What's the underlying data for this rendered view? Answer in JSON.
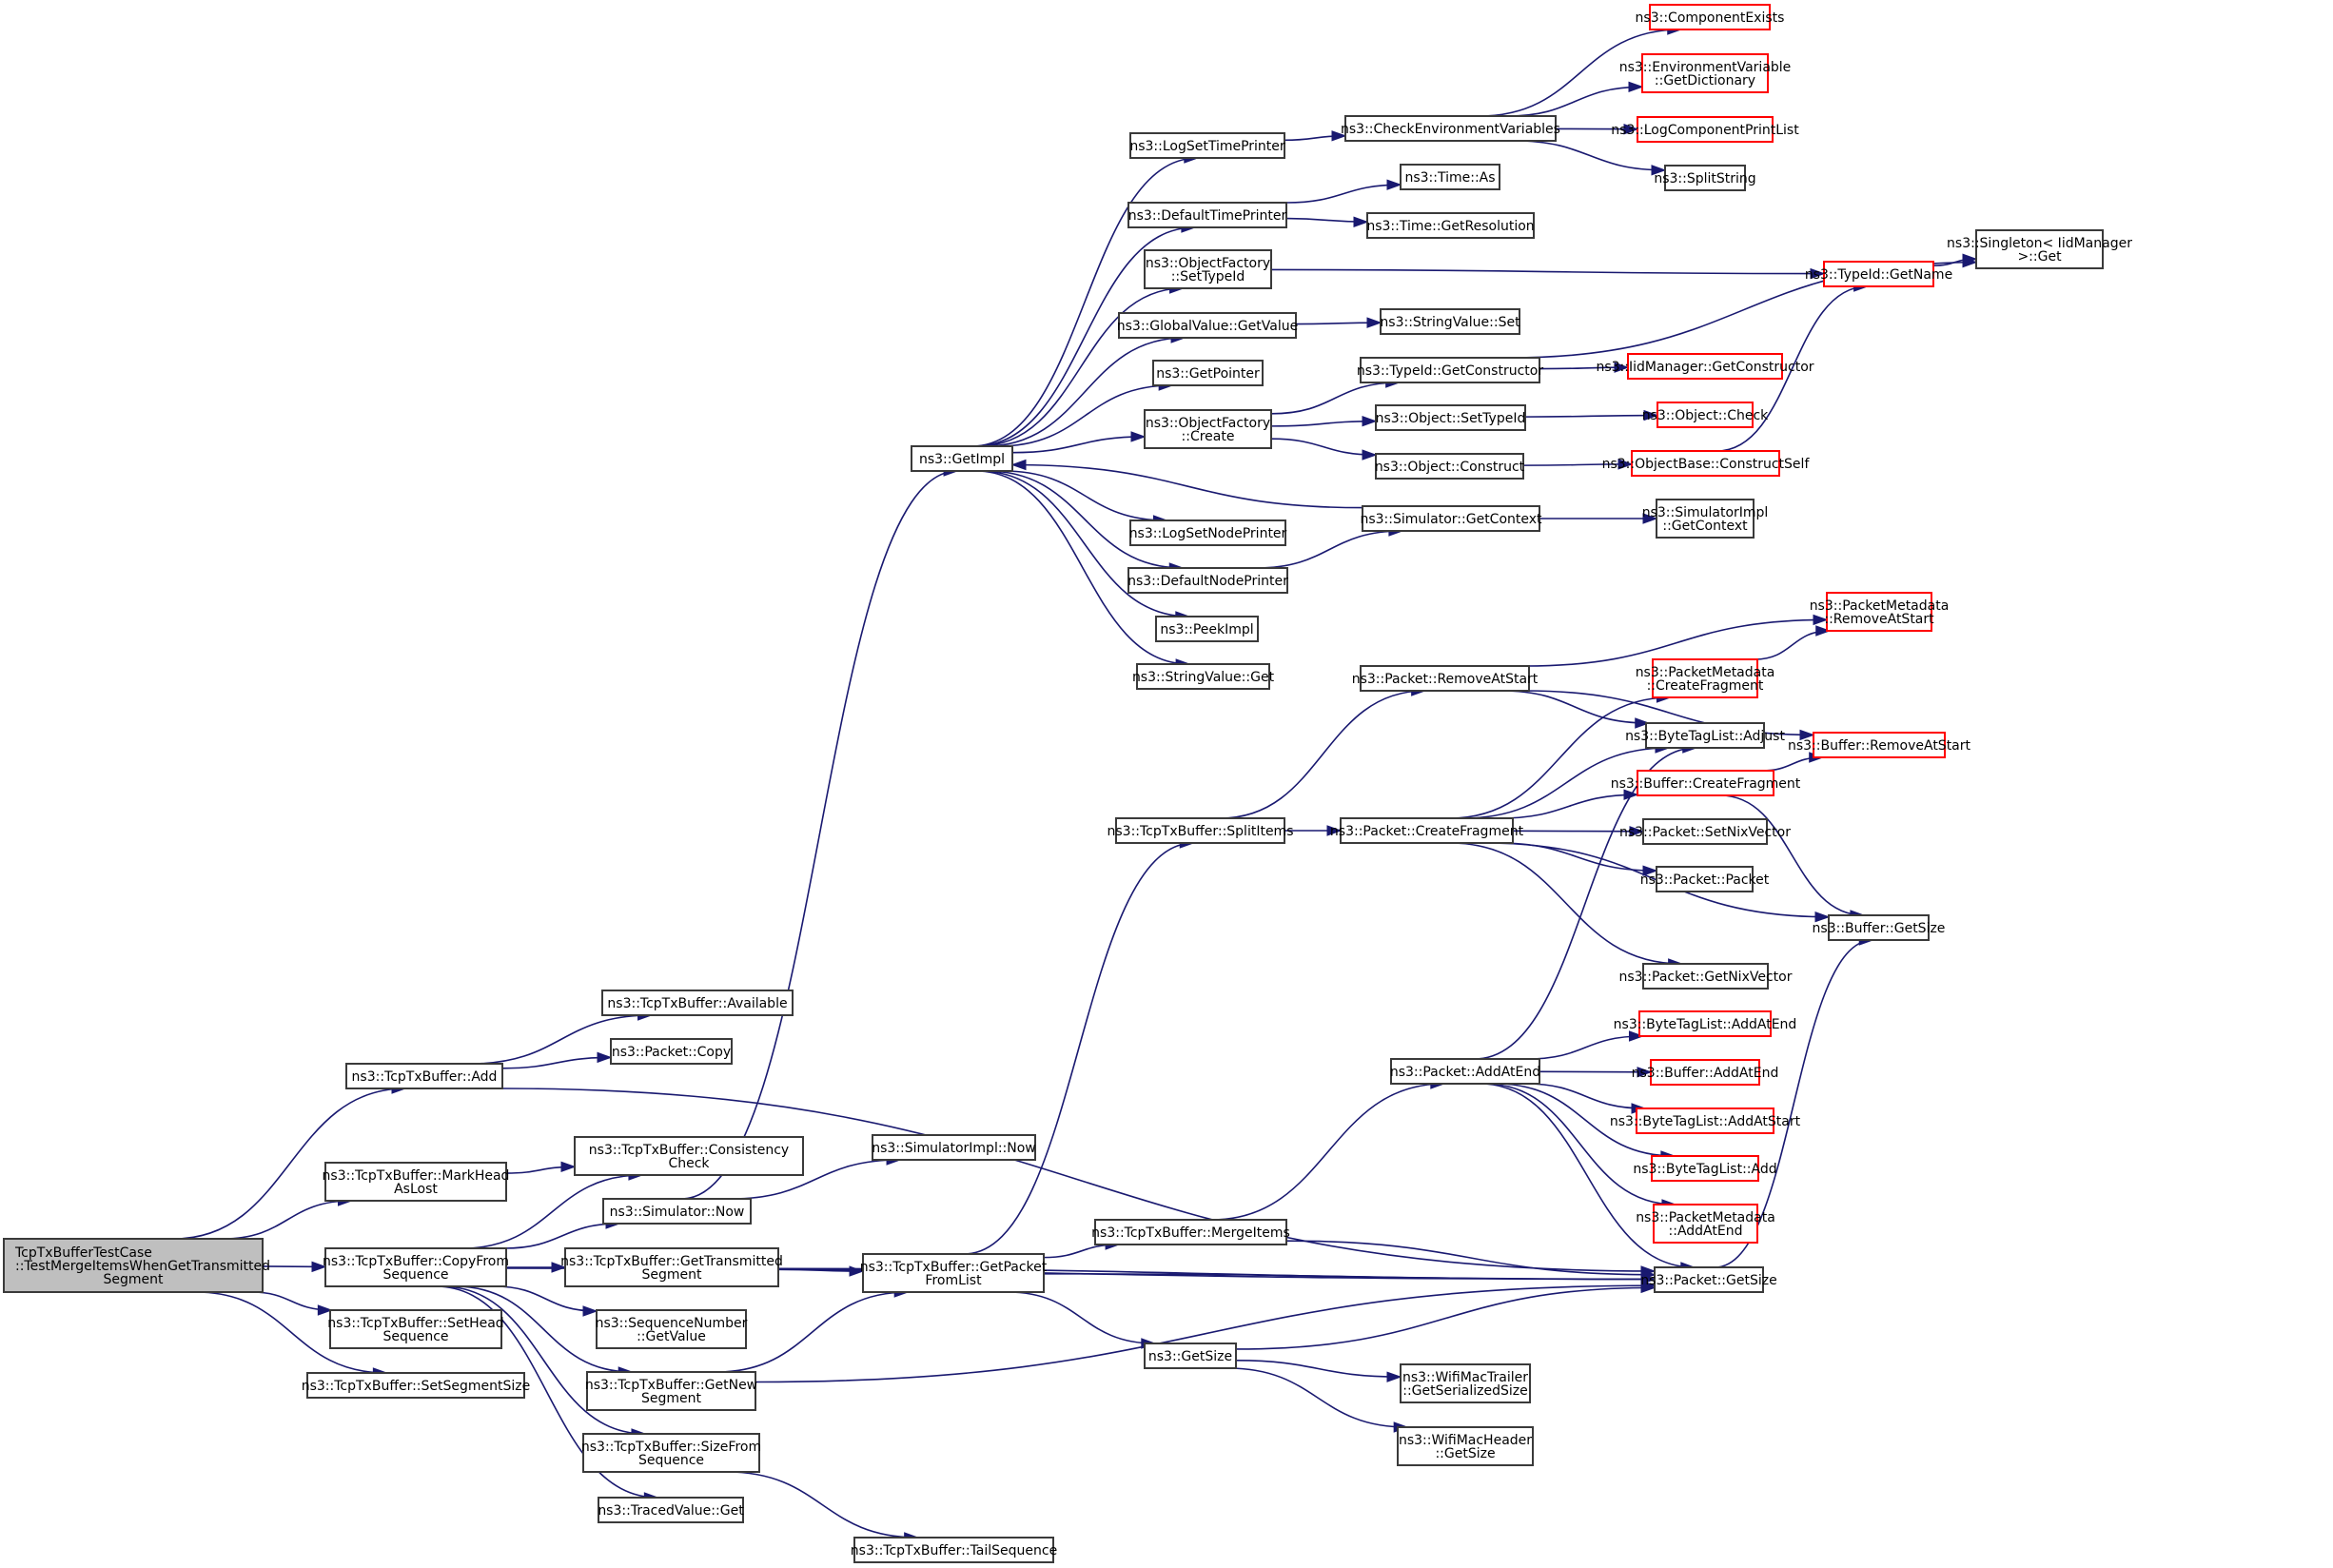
{
  "title": "Call graph: TcpTxBufferTestCase::TestMergeItemsWhenGetTransmittedSegment",
  "colors": {
    "edge": "#191970",
    "node_border": "#3a3a3a",
    "node_border_truncated": "#ff0000",
    "root_fill": "#bfbfbf"
  },
  "nodes": [
    {
      "id": "root",
      "lines": [
        "TcpTxBufferTestCase",
        "::TestMergeItemsWhenGetTransmitted",
        "Segment"
      ],
      "root": true
    },
    {
      "id": "add",
      "lines": [
        "ns3::TcpTxBuffer::Add"
      ]
    },
    {
      "id": "markhead",
      "lines": [
        "ns3::TcpTxBuffer::MarkHead",
        "AsLost"
      ]
    },
    {
      "id": "copyfrom",
      "lines": [
        "ns3::TcpTxBuffer::CopyFrom",
        "Sequence"
      ]
    },
    {
      "id": "sethead",
      "lines": [
        "ns3::TcpTxBuffer::SetHead",
        "Sequence"
      ]
    },
    {
      "id": "setsegsize",
      "lines": [
        "ns3::TcpTxBuffer::SetSegmentSize"
      ]
    },
    {
      "id": "available",
      "lines": [
        "ns3::TcpTxBuffer::Available"
      ]
    },
    {
      "id": "pktcopy",
      "lines": [
        "ns3::Packet::Copy"
      ]
    },
    {
      "id": "consistency",
      "lines": [
        "ns3::TcpTxBuffer::Consistency",
        "Check"
      ]
    },
    {
      "id": "simnow",
      "lines": [
        "ns3::Simulator::Now"
      ]
    },
    {
      "id": "gettransmitted",
      "lines": [
        "ns3::TcpTxBuffer::GetTransmitted",
        "Segment"
      ]
    },
    {
      "id": "seqgetvalue",
      "lines": [
        "ns3::SequenceNumber",
        "::GetValue"
      ]
    },
    {
      "id": "getnew",
      "lines": [
        "ns3::TcpTxBuffer::GetNew",
        "Segment"
      ]
    },
    {
      "id": "sizefrom",
      "lines": [
        "ns3::TcpTxBuffer::SizeFrom",
        "Sequence"
      ]
    },
    {
      "id": "tracedget",
      "lines": [
        "ns3::TracedValue::Get"
      ]
    },
    {
      "id": "simimplnow",
      "lines": [
        "ns3::SimulatorImpl::Now"
      ]
    },
    {
      "id": "getpacket",
      "lines": [
        "ns3::TcpTxBuffer::GetPacket",
        "FromList"
      ]
    },
    {
      "id": "tailseq",
      "lines": [
        "ns3::TcpTxBuffer::TailSequence"
      ]
    },
    {
      "id": "getimpl",
      "lines": [
        "ns3::GetImpl"
      ]
    },
    {
      "id": "splititems",
      "lines": [
        "ns3::TcpTxBuffer::SplitItems"
      ]
    },
    {
      "id": "mergeitems",
      "lines": [
        "ns3::TcpTxBuffer::MergeItems"
      ]
    },
    {
      "id": "getsize",
      "lines": [
        "ns3::GetSize"
      ]
    },
    {
      "id": "logsettime",
      "lines": [
        "ns3::LogSetTimePrinter"
      ]
    },
    {
      "id": "deftime",
      "lines": [
        "ns3::DefaultTimePrinter"
      ]
    },
    {
      "id": "ofsettypeid",
      "lines": [
        "ns3::ObjectFactory",
        "::SetTypeId"
      ]
    },
    {
      "id": "gvgetvalue",
      "lines": [
        "ns3::GlobalValue::GetValue"
      ]
    },
    {
      "id": "getpointer",
      "lines": [
        "ns3::GetPointer"
      ]
    },
    {
      "id": "ofcreate",
      "lines": [
        "ns3::ObjectFactory",
        "::Create"
      ]
    },
    {
      "id": "logsetnode",
      "lines": [
        "ns3::LogSetNodePrinter"
      ]
    },
    {
      "id": "defnode",
      "lines": [
        "ns3::DefaultNodePrinter"
      ]
    },
    {
      "id": "peekimpl",
      "lines": [
        "ns3::PeekImpl"
      ]
    },
    {
      "id": "svget",
      "lines": [
        "ns3::StringValue::Get"
      ]
    },
    {
      "id": "checkenv",
      "lines": [
        "ns3::CheckEnvironmentVariables"
      ]
    },
    {
      "id": "timeas",
      "lines": [
        "ns3::Time::As"
      ]
    },
    {
      "id": "timegetres",
      "lines": [
        "ns3::Time::GetResolution"
      ]
    },
    {
      "id": "svset",
      "lines": [
        "ns3::StringValue::Set"
      ]
    },
    {
      "id": "tidgetctor",
      "lines": [
        "ns3::TypeId::GetConstructor"
      ]
    },
    {
      "id": "objsettypeid",
      "lines": [
        "ns3::Object::SetTypeId"
      ]
    },
    {
      "id": "objconstruct",
      "lines": [
        "ns3::Object::Construct"
      ]
    },
    {
      "id": "simgetctx",
      "lines": [
        "ns3::Simulator::GetContext"
      ]
    },
    {
      "id": "pktremovestart",
      "lines": [
        "ns3::Packet::RemoveAtStart"
      ]
    },
    {
      "id": "pktcreatefrag",
      "lines": [
        "ns3::Packet::CreateFragment"
      ]
    },
    {
      "id": "pktaddatend",
      "lines": [
        "ns3::Packet::AddAtEnd"
      ]
    },
    {
      "id": "wifitrailer",
      "lines": [
        "ns3::WifiMacTrailer",
        "::GetSerializedSize"
      ]
    },
    {
      "id": "wifiheader",
      "lines": [
        "ns3::WifiMacHeader",
        "::GetSize"
      ]
    },
    {
      "id": "compexists",
      "lines": [
        "ns3::ComponentExists"
      ],
      "truncated": true
    },
    {
      "id": "envdict",
      "lines": [
        "ns3::EnvironmentVariable",
        "::GetDictionary"
      ],
      "truncated": true
    },
    {
      "id": "logcompprint",
      "lines": [
        "ns3::LogComponentPrintList"
      ],
      "truncated": true
    },
    {
      "id": "splitstring",
      "lines": [
        "ns3::SplitString"
      ]
    },
    {
      "id": "tidgetname",
      "lines": [
        "ns3::TypeId::GetName"
      ],
      "truncated": true
    },
    {
      "id": "singleton",
      "lines": [
        "ns3::Singleton< IidManager",
        ">::Get"
      ]
    },
    {
      "id": "iidgetctor",
      "lines": [
        "ns3::IidManager::GetConstructor"
      ],
      "truncated": true
    },
    {
      "id": "objcheck",
      "lines": [
        "ns3::Object::Check"
      ],
      "truncated": true
    },
    {
      "id": "constructself",
      "lines": [
        "ns3::ObjectBase::ConstructSelf"
      ],
      "truncated": true
    },
    {
      "id": "simimplctx",
      "lines": [
        "ns3::SimulatorImpl",
        "::GetContext"
      ]
    },
    {
      "id": "pmremovestart",
      "lines": [
        "ns3::PacketMetadata",
        "::RemoveAtStart"
      ],
      "truncated": true
    },
    {
      "id": "pmcreatefrag",
      "lines": [
        "ns3::PacketMetadata",
        "::CreateFragment"
      ],
      "truncated": true
    },
    {
      "id": "btladjust",
      "lines": [
        "ns3::ByteTagList::Adjust"
      ]
    },
    {
      "id": "bufremovestart",
      "lines": [
        "ns3::Buffer::RemoveAtStart"
      ],
      "truncated": true
    },
    {
      "id": "bufcreatefrag",
      "lines": [
        "ns3::Buffer::CreateFragment"
      ],
      "truncated": true
    },
    {
      "id": "pktsetnix",
      "lines": [
        "ns3::Packet::SetNixVector"
      ]
    },
    {
      "id": "pktpacket",
      "lines": [
        "ns3::Packet::Packet"
      ]
    },
    {
      "id": "bufgetsize",
      "lines": [
        "ns3::Buffer::GetSize"
      ]
    },
    {
      "id": "pktgetnix",
      "lines": [
        "ns3::Packet::GetNixVector"
      ]
    },
    {
      "id": "btladdatend",
      "lines": [
        "ns3::ByteTagList::AddAtEnd"
      ],
      "truncated": true
    },
    {
      "id": "bufaddatend",
      "lines": [
        "ns3::Buffer::AddAtEnd"
      ],
      "truncated": true
    },
    {
      "id": "btladdatstart",
      "lines": [
        "ns3::ByteTagList::AddAtStart"
      ],
      "truncated": true
    },
    {
      "id": "btladd",
      "lines": [
        "ns3::ByteTagList::Add"
      ],
      "truncated": true
    },
    {
      "id": "pmaddatend",
      "lines": [
        "ns3::PacketMetadata",
        "::AddAtEnd"
      ],
      "truncated": true
    },
    {
      "id": "pktgetsize",
      "lines": [
        "ns3::Packet::GetSize"
      ]
    }
  ],
  "edges": [
    [
      "root",
      "add"
    ],
    [
      "root",
      "markhead"
    ],
    [
      "root",
      "copyfrom"
    ],
    [
      "root",
      "sethead"
    ],
    [
      "root",
      "setsegsize"
    ],
    [
      "add",
      "available"
    ],
    [
      "add",
      "pktcopy"
    ],
    [
      "add",
      "pktgetsize"
    ],
    [
      "markhead",
      "consistency"
    ],
    [
      "copyfrom",
      "consistency"
    ],
    [
      "copyfrom",
      "simnow"
    ],
    [
      "copyfrom",
      "gettransmitted"
    ],
    [
      "copyfrom",
      "seqgetvalue"
    ],
    [
      "copyfrom",
      "getnew"
    ],
    [
      "copyfrom",
      "sizefrom"
    ],
    [
      "copyfrom",
      "tracedget"
    ],
    [
      "copyfrom",
      "pktgetsize"
    ],
    [
      "simnow",
      "simimplnow"
    ],
    [
      "simnow",
      "getimpl"
    ],
    [
      "gettransmitted",
      "getpacket"
    ],
    [
      "gettransmitted",
      "pktgetsize"
    ],
    [
      "getnew",
      "getpacket"
    ],
    [
      "getnew",
      "pktgetsize"
    ],
    [
      "sizefrom",
      "tailseq"
    ],
    [
      "getpacket",
      "splititems"
    ],
    [
      "getpacket",
      "mergeitems"
    ],
    [
      "getpacket",
      "getsize"
    ],
    [
      "getpacket",
      "pktgetsize"
    ],
    [
      "getimpl",
      "logsettime"
    ],
    [
      "getimpl",
      "deftime"
    ],
    [
      "getimpl",
      "ofsettypeid"
    ],
    [
      "getimpl",
      "gvgetvalue"
    ],
    [
      "getimpl",
      "getpointer"
    ],
    [
      "getimpl",
      "ofcreate"
    ],
    [
      "getimpl",
      "logsetnode"
    ],
    [
      "getimpl",
      "defnode"
    ],
    [
      "getimpl",
      "peekimpl"
    ],
    [
      "getimpl",
      "svget"
    ],
    [
      "simgetctx",
      "getimpl"
    ],
    [
      "logsettime",
      "checkenv"
    ],
    [
      "deftime",
      "timeas"
    ],
    [
      "deftime",
      "timegetres"
    ],
    [
      "ofsettypeid",
      "tidgetname"
    ],
    [
      "gvgetvalue",
      "svset"
    ],
    [
      "ofcreate",
      "tidgetctor"
    ],
    [
      "ofcreate",
      "objsettypeid"
    ],
    [
      "ofcreate",
      "objconstruct"
    ],
    [
      "defnode",
      "simgetctx"
    ],
    [
      "checkenv",
      "compexists"
    ],
    [
      "checkenv",
      "envdict"
    ],
    [
      "checkenv",
      "logcompprint"
    ],
    [
      "checkenv",
      "splitstring"
    ],
    [
      "tidgetctor",
      "iidgetctor"
    ],
    [
      "tidgetctor",
      "singleton"
    ],
    [
      "tidgetname",
      "singleton"
    ],
    [
      "objsettypeid",
      "objcheck"
    ],
    [
      "objconstruct",
      "constructself"
    ],
    [
      "constructself",
      "tidgetname"
    ],
    [
      "simgetctx",
      "simimplctx"
    ],
    [
      "splititems",
      "pktremovestart"
    ],
    [
      "splititems",
      "pktcreatefrag"
    ],
    [
      "mergeitems",
      "pktaddatend"
    ],
    [
      "mergeitems",
      "pktgetsize"
    ],
    [
      "getsize",
      "pktgetsize"
    ],
    [
      "getsize",
      "wifitrailer"
    ],
    [
      "getsize",
      "wifiheader"
    ],
    [
      "pktremovestart",
      "pmremovestart"
    ],
    [
      "pktremovestart",
      "bufremovestart"
    ],
    [
      "pktremovestart",
      "btladjust"
    ],
    [
      "pktcreatefrag",
      "pmcreatefrag"
    ],
    [
      "pktcreatefrag",
      "btladjust"
    ],
    [
      "pktcreatefrag",
      "bufcreatefrag"
    ],
    [
      "pktcreatefrag",
      "pktsetnix"
    ],
    [
      "pktcreatefrag",
      "pktpacket"
    ],
    [
      "pktcreatefrag",
      "bufgetsize"
    ],
    [
      "pktcreatefrag",
      "pktgetnix"
    ],
    [
      "pmcreatefrag",
      "pmremovestart"
    ],
    [
      "bufcreatefrag",
      "bufremovestart"
    ],
    [
      "bufcreatefrag",
      "bufgetsize"
    ],
    [
      "pktaddatend",
      "btladdatend"
    ],
    [
      "pktaddatend",
      "bufaddatend"
    ],
    [
      "pktaddatend",
      "btladdatstart"
    ],
    [
      "pktaddatend",
      "btladd"
    ],
    [
      "pktaddatend",
      "pmaddatend"
    ],
    [
      "pktaddatend",
      "btladjust"
    ],
    [
      "pktaddatend",
      "pktgetsize"
    ],
    [
      "pktgetsize",
      "bufgetsize"
    ]
  ]
}
